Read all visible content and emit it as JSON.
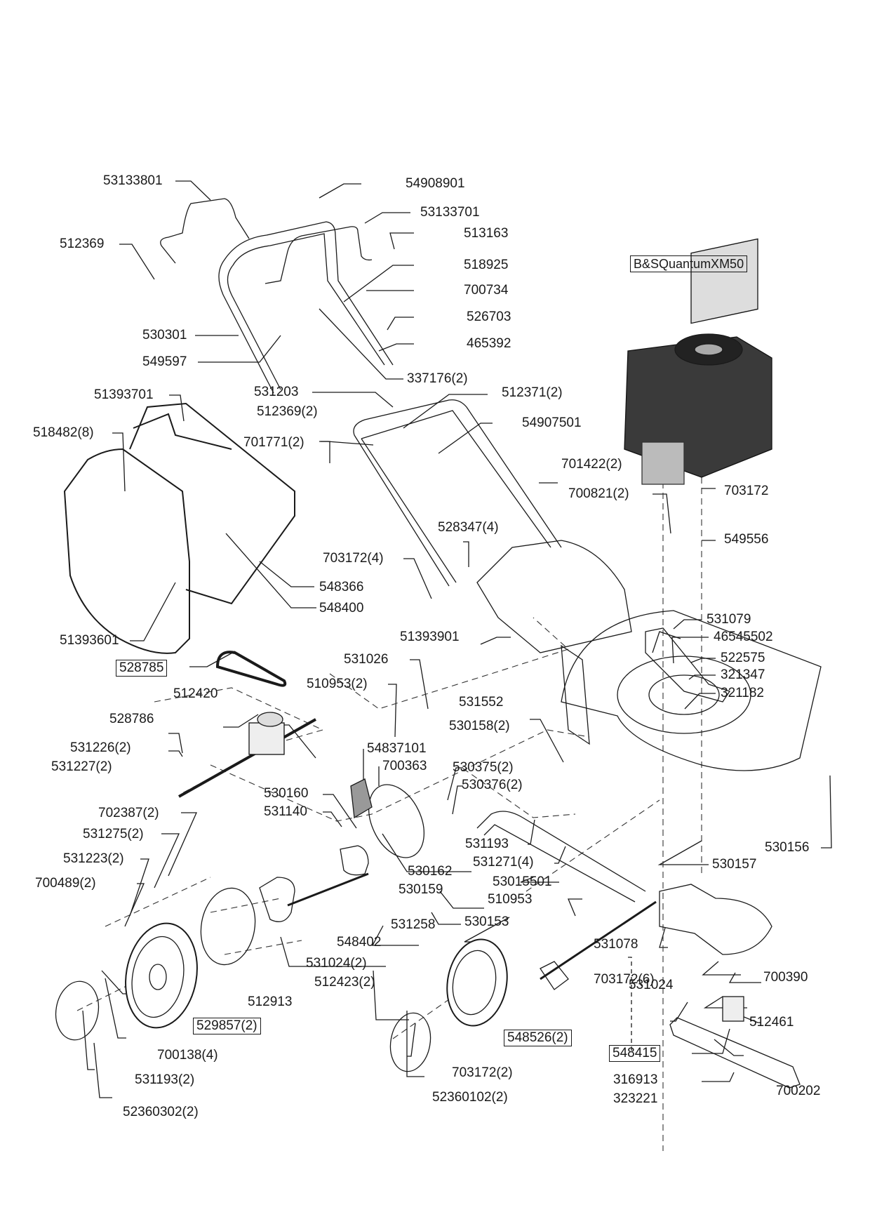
{
  "diagram": {
    "title": "Lawn mower exploded parts diagram",
    "engine_label": "B&SQuantumXM50",
    "labels": {
      "p53133801": "53133801",
      "p54908901": "54908901",
      "p53133701": "53133701",
      "p512369": "512369",
      "p513163": "513163",
      "p518925": "518925",
      "p700734": "700734",
      "p530301": "530301",
      "p526703": "526703",
      "p465392": "465392",
      "p549597": "549597",
      "p337176": "337176(2)",
      "p51393701": "51393701",
      "p531203": "531203",
      "p512371": "512371(2)",
      "p518482": "518482(8)",
      "p512369b": "512369(2)",
      "p54907501": "54907501",
      "p701771": "701771(2)",
      "p701422": "701422(2)",
      "p700821": "700821(2)",
      "p703172a": "703172",
      "p528347": "528347(4)",
      "p549556": "549556",
      "p703172b": "703172(4)",
      "p548366": "548366",
      "p548400": "548400",
      "p51393601": "51393601",
      "p51393901": "51393901",
      "p531079": "531079",
      "p46545502": "46545502",
      "p522575": "522575",
      "p528785": "528785",
      "p531026": "531026",
      "p321347": "321347",
      "p510953b": "510953(2)",
      "p531552": "531552",
      "p321182": "321182",
      "p512420": "512420",
      "p528786": "528786",
      "p530158": "530158(2)",
      "p54837101": "54837101",
      "p531226": "531226(2)",
      "p700363": "700363",
      "p530375": "530375(2)",
      "p531227": "531227(2)",
      "p530376": "530376(2)",
      "p530160": "530160",
      "p531140": "531140",
      "p702387": "702387(2)",
      "p531275": "531275(2)",
      "p531193a": "531193",
      "p530156": "530156",
      "p531271": "531271(4)",
      "p530162": "530162",
      "p531223": "531223(2)",
      "p530157": "530157",
      "p530159": "530159",
      "p53015501": "53015501",
      "p700489": "700489(2)",
      "p510953": "510953",
      "p531258": "531258",
      "p530153": "530153",
      "p548402": "548402",
      "p531078": "531078",
      "p531024b": "531024(2)",
      "p703172c": "703172(6)",
      "p531024": "531024",
      "p700390": "700390",
      "p512423": "512423(2)",
      "p512913": "512913",
      "p512461": "512461",
      "p529857": "529857(2)",
      "p548526": "548526(2)",
      "p548415": "548415",
      "p700138": "700138(4)",
      "p703172d": "703172(2)",
      "p316913": "316913",
      "p700202": "700202",
      "p531193b": "531193(2)",
      "p323221": "323221",
      "p52360102": "52360102(2)",
      "p52360302": "52360302(2)"
    }
  }
}
